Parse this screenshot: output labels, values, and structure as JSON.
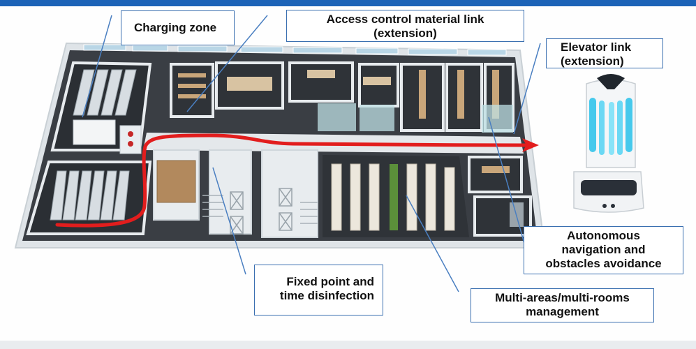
{
  "callouts": {
    "charging_zone": "Charging zone",
    "access_control": "Access control material link\n(extension)",
    "elevator_link": "Elevator link\n(extension)",
    "autonomous_nav": "Autonomous\nnavigation and\nobstacles avoidance",
    "fixed_point": "Fixed point and\ntime disinfection",
    "multi_areas": "Multi-areas/multi-rooms\nmanagement"
  },
  "colors": {
    "accent_blue": "#1c63b7",
    "route_red": "#e21d1d",
    "callout_border": "#3a6fb0",
    "floor_dark": "#2e3136",
    "wall": "#e9edf0",
    "uv_light": "#46c9ec"
  },
  "icons": [
    "disinfection-robot-icon",
    "route-arrow-icon"
  ]
}
